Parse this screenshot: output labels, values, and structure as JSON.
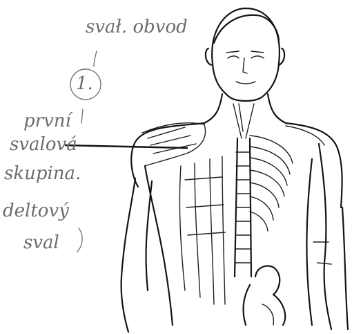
{
  "annotations": {
    "top_label": "svał. obvod",
    "number_label": "1.",
    "side_label_lines": [
      "první",
      "svalová",
      "skupina.",
      "deltový",
      "sval"
    ]
  }
}
